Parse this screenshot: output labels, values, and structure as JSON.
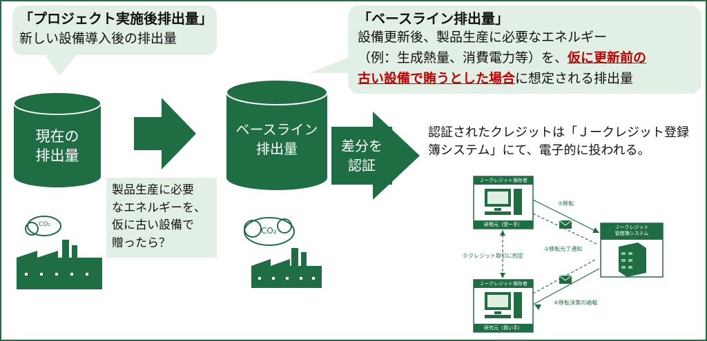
{
  "colors": {
    "green": "#1f6e43",
    "bubble": "#e2efe4",
    "accent_red": "#c00000",
    "text": "#111111"
  },
  "project_bubble": {
    "title": "「プロジェクト実施後排出量」",
    "body": "新しい設備導入後の排出量"
  },
  "baseline_bubble": {
    "title": "「ベースライン排出量」",
    "line1": "設備更新後、製品生産に必要なエネルギー",
    "line2_prefix": "（例：生成熱量、消費電力等）を、",
    "line2_highlight": "仮に更新前の",
    "line3_highlight": "古い設備で賄うとした場合",
    "line3_suffix": "に想定される排出量"
  },
  "current_cylinder": {
    "line1": "現在の",
    "line2": "排出量"
  },
  "baseline_cylinder": {
    "line1": "ベースライン",
    "line2": "排出量"
  },
  "diff_box": {
    "line1": "差分を",
    "line2": "認証"
  },
  "question_box": {
    "line1": "製品生産に必要",
    "line2": "なエネルギーを、",
    "line3": "仮に古い設備で",
    "line4": "贈ったら？"
  },
  "co2_labels": {
    "small": "CO₂",
    "large": "CO₂"
  },
  "credit_note": {
    "line1": "認証されたクレジットは「Ｊークレジット登録",
    "line2": "簿システム」にて、電子的に投われる。"
  },
  "registry": {
    "top_holder_label": "Ｊークレジット保存者",
    "top_holder_sub": "研発元（受ー手）",
    "bottom_holder_label": "Ｊークレジット保存者",
    "bottom_holder_sub": "研究元（買い手）",
    "system_label_line1": "Ｊークレジット",
    "system_label_line2": "管錯簿システム",
    "edge_transfer": "⑤移転",
    "edge_notice": "②移転元了通知",
    "edge_contract": "⓪クレジット取引に約定",
    "edge_report": "⑥移転決策の遍報"
  },
  "icons": [
    "factory-icon",
    "computer-icon",
    "server-icon",
    "envelope-icon",
    "arrow-right-icon"
  ]
}
